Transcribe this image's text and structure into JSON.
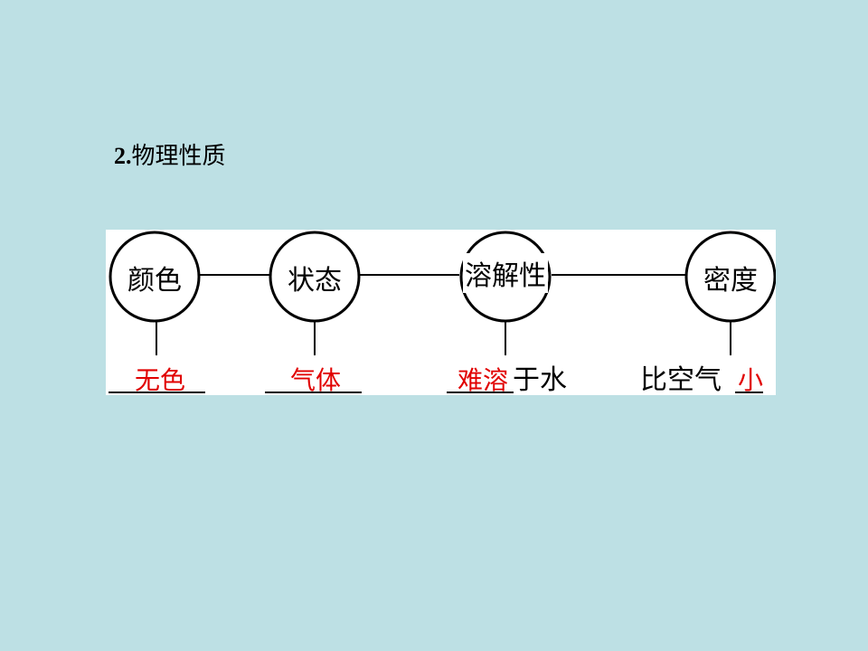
{
  "title": {
    "number": "2.",
    "text": "物理性质"
  },
  "properties": [
    {
      "label": "颜色",
      "answer": "无色",
      "prefix": "",
      "suffix": ""
    },
    {
      "label": "状态",
      "answer": "气体",
      "prefix": "",
      "suffix": ""
    },
    {
      "label": "溶解性",
      "answer": "难溶",
      "prefix": "",
      "suffix": "于水"
    },
    {
      "label": "密度",
      "answer": "小",
      "prefix": "比空气",
      "suffix": ""
    }
  ],
  "colors": {
    "background": "#bde0e4",
    "panel": "#ffffff",
    "answer": "#e10000",
    "line": "#000000"
  }
}
